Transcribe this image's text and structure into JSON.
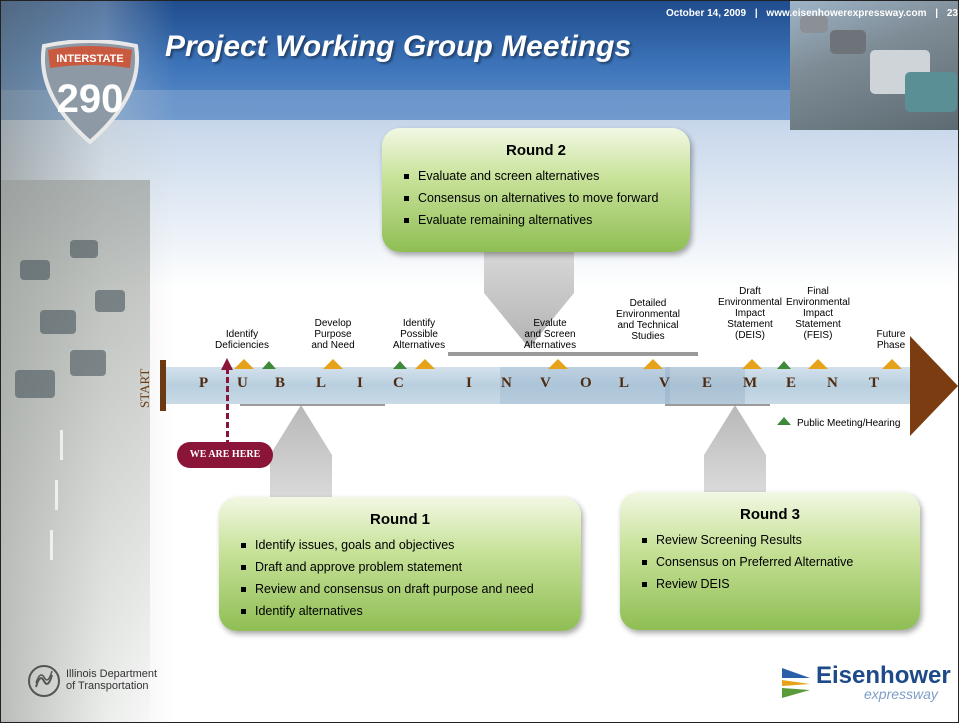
{
  "header": {
    "date": "October 14, 2009",
    "separator": "|",
    "website": "www.eisenhowerexpressway.com",
    "page_number": "23",
    "title": "Project Working Group Meetings"
  },
  "shield": {
    "label": "INTERSTATE",
    "number": "290"
  },
  "timeline": {
    "start_label": "START",
    "letters": [
      "P",
      "U",
      "B",
      "L",
      "I",
      "C",
      "I",
      "N",
      "V",
      "O",
      "L",
      "V",
      "E",
      "M",
      "E",
      "N",
      "T"
    ],
    "milestones": [
      {
        "label": "Identify\nDeficiencies"
      },
      {
        "label": "Develop\nPurpose\nand Need"
      },
      {
        "label": "Identify\nPossible\nAlternatives"
      },
      {
        "label": "Evalute\nand Screen\nAlternatives"
      },
      {
        "label": "Detailed\nEnvironmental\nand Technical\nStudies"
      },
      {
        "label": "Draft\nEnvironmental\nImpact\nStatement\n(DEIS)"
      },
      {
        "label": "Final\nEnvironmental\nImpact\nStatement\n(FEIS)"
      },
      {
        "label": "Future\nPhase"
      }
    ],
    "you_are_here": "WE ARE HERE",
    "legend": "Public Meeting/Hearing",
    "colors": {
      "milestone": "#e7a21b",
      "meeting": "#3e8a3a",
      "arrow": "#7a3c10",
      "here": "#8a1538"
    }
  },
  "rounds": [
    {
      "title": "Round 2",
      "items": [
        "Evaluate and screen alternatives",
        "Consensus on alternatives to move forward",
        "Evaluate remaining alternatives"
      ]
    },
    {
      "title": "Round 1",
      "items": [
        "Identify issues, goals and objectives",
        "Draft and approve problem statement",
        "Review and consensus on draft purpose and need",
        "Identify alternatives"
      ]
    },
    {
      "title": "Round 3",
      "items": [
        "Review Screening Results",
        "Consensus on Preferred Alternative",
        "Review DEIS"
      ]
    }
  ],
  "footer": {
    "idot": "Illinois Department\nof Transportation",
    "eisenhower_name": "Eisenhower",
    "eisenhower_sub": "expressway"
  }
}
